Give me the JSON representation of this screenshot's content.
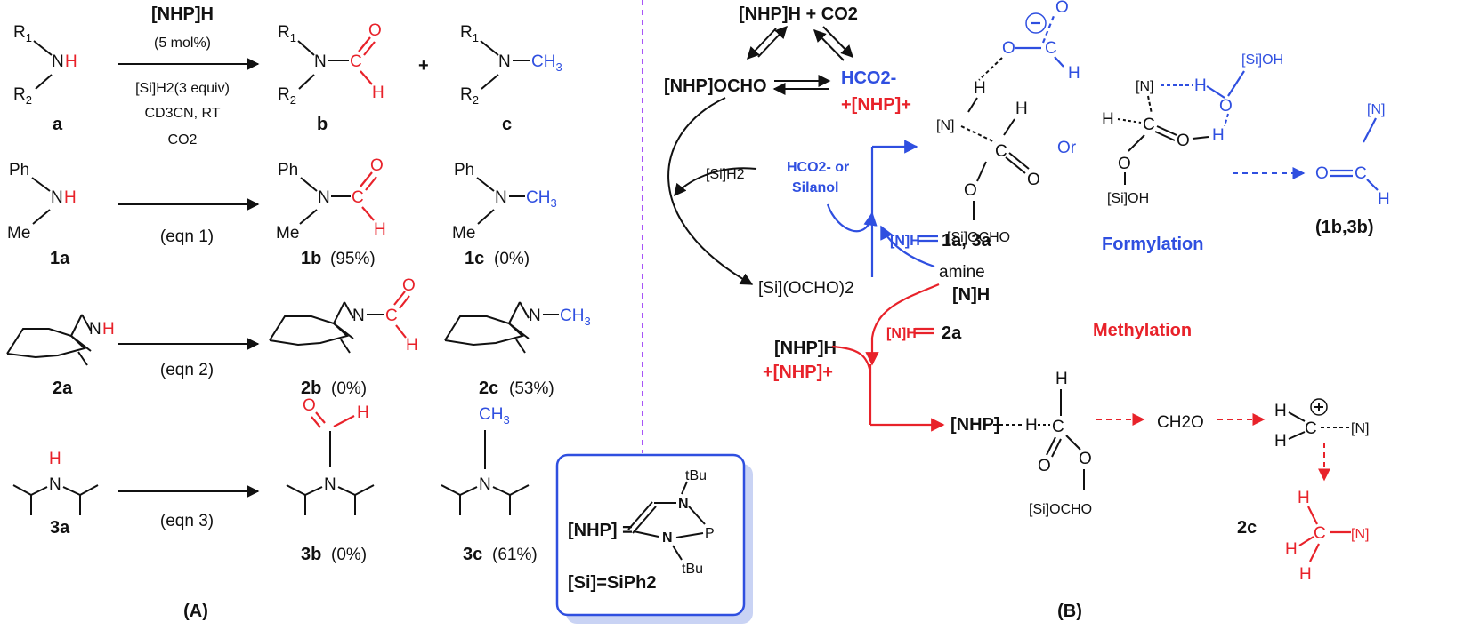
{
  "panelA": {
    "label": "(A)",
    "generic": {
      "catalyst": "[NHP]H",
      "loading": "(5 mol%)",
      "reductant": "[Si]H2(3 equiv)",
      "solvent": "CD3CN, RT",
      "co2": "CO2",
      "plus": "+",
      "amine_label": "a",
      "formamide_label": "b",
      "methylamine_label": "c"
    },
    "eqn1": {
      "arrow_label": "(eqn 1)",
      "sm": "1a",
      "b": "1b",
      "b_yield": "(95%)",
      "c": "1c",
      "c_yield": "(0%)"
    },
    "eqn2": {
      "arrow_label": "(eqn 2)",
      "sm": "2a",
      "b": "2b",
      "b_yield": "(0%)",
      "c": "2c",
      "c_yield": "(53%)"
    },
    "eqn3": {
      "arrow_label": "(eqn 3)",
      "sm": "3a",
      "b": "3b",
      "b_yield": "(0%)",
      "c": "3c",
      "c_yield": "(61%)"
    }
  },
  "legend_box": {
    "nhp_def": "[NHP] =",
    "si_def": "[Si]=SiPh2",
    "tbu": "tBu",
    "n": "N",
    "p": "P"
  },
  "panelB": {
    "label": "(B)",
    "nhph_co2": "[NHP]H + CO2",
    "nhp_ocho": "[NHP]OCHO",
    "hco2": "HCO2-",
    "nhp_plus": "+[NHP]+",
    "sih2": "[Si]H2",
    "hco2_or": "HCO2- or",
    "silanol": "Silanol",
    "si_ocho2": "[Si](OCHO)2",
    "nh_1a3a_lhs": "[N]H",
    "nh_1a3a_rhs": "1a, 3a",
    "amine": "amine",
    "amine_nh": "[N]H",
    "nh_2a_lhs": "[N]H",
    "nh_2a_rhs": "2a",
    "nhph": "[NHP]H",
    "nhp_plus2": "+[NHP]+",
    "formylation": "Formylation",
    "methylation": "Methylation",
    "or": "Or",
    "ts1_si_ocho": "[Si]OCHO",
    "ts2_sioh_top": "[Si]OH",
    "ts2_sioh_bottom": "[Si]OH",
    "product_label": "(1b,3b)",
    "nhp_dots": "[NHP]",
    "ts3_si_ocho": "[Si]OCHO",
    "ch2o": "CH2O",
    "product_2c": "2c"
  },
  "colors": {
    "red": "#e8222a",
    "blue": "#2f4fe0",
    "purple": "#a855f7",
    "box_border": "#2f4fe0",
    "box_shadow": "#c9d3f4"
  }
}
